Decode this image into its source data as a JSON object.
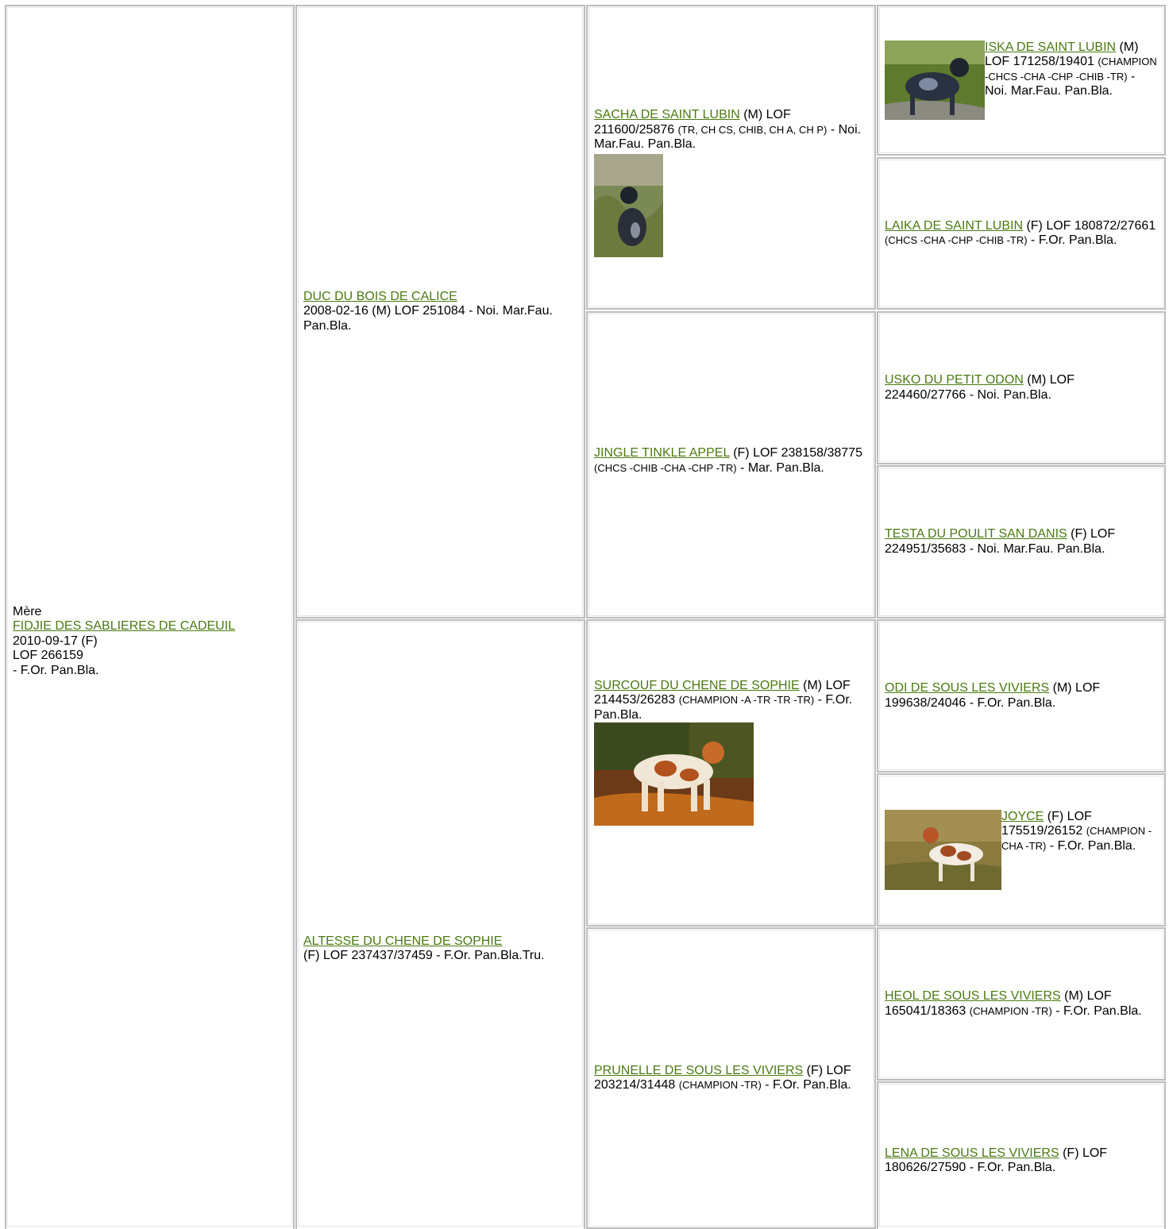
{
  "mother": {
    "label": "Mère",
    "name": "FIDJIE DES SABLIERES DE CADEUIL",
    "birth": "2010-09-17 (F)",
    "lof": "LOF 266159",
    "color": "- F.Or. Pan.Bla."
  },
  "gen2": [
    {
      "name": "DUC DU BOIS DE CALICE",
      "info": "2008-02-16 (M) LOF 251084 - Noi. Mar.Fau. Pan.Bla."
    },
    {
      "name": "ALTESSE DU CHENE DE SOPHIE",
      "info": "(F) LOF 237437/37459 - F.Or. Pan.Bla.Tru."
    }
  ],
  "gen3": [
    {
      "name": "SACHA DE SAINT LUBIN",
      "pre": " (M) LOF 211600/25876 ",
      "titles": "(TR, CH CS, CHIB, CH A, CH P)",
      "post": " - Noi. Mar.Fau. Pan.Bla."
    },
    {
      "name": "JINGLE TINKLE APPEL",
      "pre": " (F) LOF 238158/38775 ",
      "titles": "(CHCS -CHIB -CHA -CHP -TR)",
      "post": " - Mar. Pan.Bla."
    },
    {
      "name": "SURCOUF DU CHENE DE SOPHIE",
      "pre": " (M) LOF 214453/26283 ",
      "titles": "(CHAMPION -A -TR -TR -TR)",
      "post": " - F.Or. Pan.Bla."
    },
    {
      "name": "PRUNELLE DE SOUS LES VIVIERS",
      "pre": " (F) LOF 203214/31448 ",
      "titles": "(CHAMPION -TR)",
      "post": " - F.Or. Pan.Bla."
    }
  ],
  "gen4": [
    {
      "name": "ISKA DE SAINT LUBIN",
      "pre": " (M) LOF 171258/19401 ",
      "titles": "(CHAMPION -CHCS -CHA -CHP -CHIB -TR)",
      "post": " - Noi. Mar.Fau. Pan.Bla."
    },
    {
      "name": "LAIKA DE SAINT LUBIN",
      "pre": " (F) LOF 180872/27661 ",
      "titles": "(CHCS -CHA -CHP -CHIB -TR)",
      "post": " - F.Or. Pan.Bla."
    },
    {
      "name": "USKO DU PETIT ODON",
      "pre": " (M) LOF 224460/27766",
      "titles": "",
      "post": " - Noi. Pan.Bla."
    },
    {
      "name": "TESTA DU POULIT SAN DANIS",
      "pre": " (F) LOF 224951/35683",
      "titles": "",
      "post": " - Noi. Mar.Fau. Pan.Bla."
    },
    {
      "name": "ODI DE SOUS LES VIVIERS",
      "pre": " (M) LOF 199638/24046",
      "titles": "",
      "post": " - F.Or. Pan.Bla."
    },
    {
      "name": "JOYCE",
      "pre": " (F) LOF 175519/26152 ",
      "titles": "(CHAMPION -CHA -TR)",
      "post": " - F.Or. Pan.Bla."
    },
    {
      "name": "HEOL DE SOUS LES VIVIERS",
      "pre": " (M) LOF 165041/18363 ",
      "titles": "(CHAMPION -TR)",
      "post": " - F.Or. Pan.Bla."
    },
    {
      "name": "LENA DE SOUS LES VIVIERS",
      "pre": " (F) LOF 180626/27590",
      "titles": "",
      "post": " - F.Or. Pan.Bla."
    }
  ],
  "colors": {
    "link": "#4a7a12",
    "border": "#bcbcbc"
  }
}
